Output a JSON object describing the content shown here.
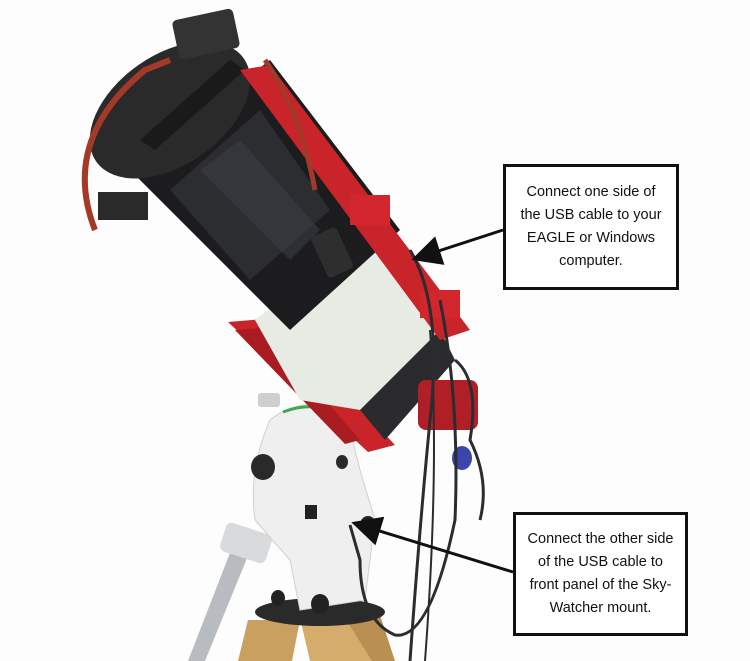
{
  "image": {
    "subject": "Telescope with red mounting rails on a white Sky-Watcher equatorial mount and wooden tripod",
    "background_color": "#fdfdfd",
    "colors": {
      "tube_black": "#1c1c1e",
      "tube_white": "#e6ebe4",
      "rail_red": "#c8242a",
      "mount_white": "#efefef",
      "tripod_wood": "#c9a060",
      "callout_border": "#111111"
    }
  },
  "callouts": [
    {
      "text": "Connect one side of the USB cable to your EAGLE or Windows computer.",
      "lines": [
        "Connect one side of",
        "the USB cable to your",
        "EAGLE or Windows",
        "computer."
      ]
    },
    {
      "text": "Connect the other side of the USB cable to front panel of the Sky-Watcher mount.",
      "lines": [
        "Connect the other side",
        "of the USB cable to",
        "front panel of the Sky-",
        "Watcher mount."
      ]
    }
  ]
}
